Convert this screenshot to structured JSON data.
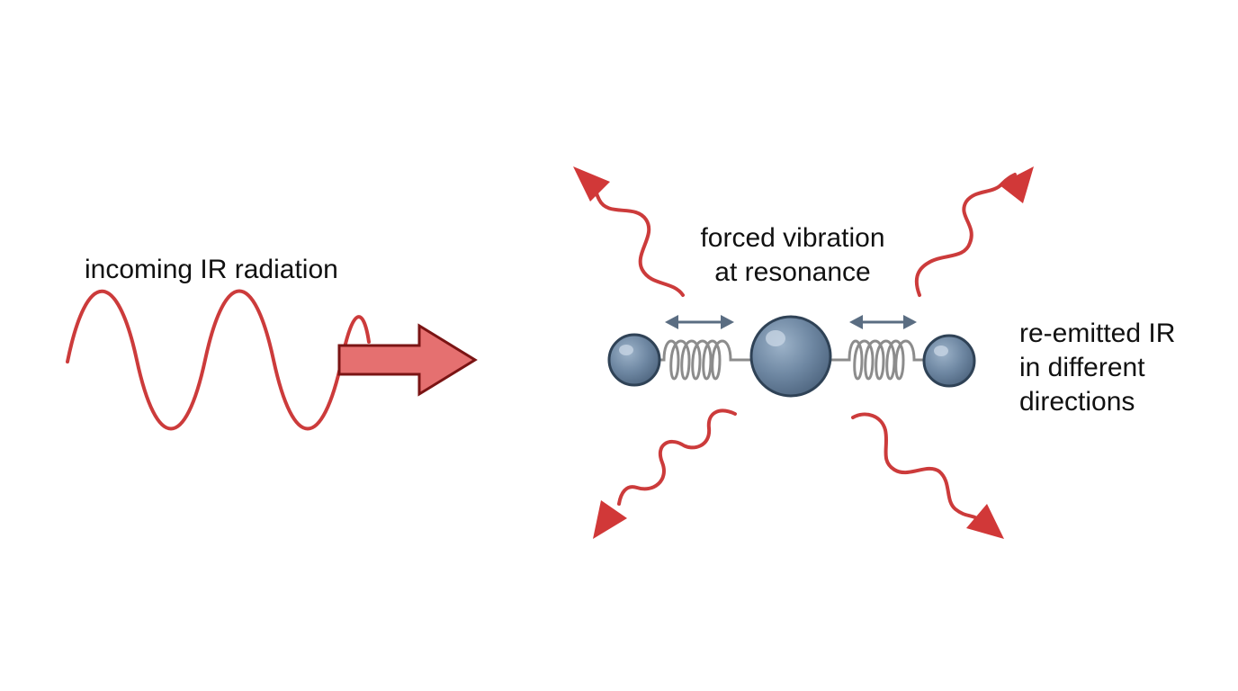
{
  "labels": {
    "incoming": "incoming IR radiation",
    "forced": [
      "forced vibration",
      "at resonance"
    ],
    "reemitted": [
      "re-emitted IR",
      "in different",
      "directions"
    ]
  },
  "colors": {
    "wave": "#cc3b3b",
    "big_arrow_fill": "#e57070",
    "big_arrow_stroke": "#7a1414",
    "atom": "#6f88a3",
    "atom_edge": "#2f4256",
    "spring": "#8c8c8c",
    "vibration_arrow": "#5a6d82"
  },
  "icons": {
    "incoming_wave": "sine-wave-icon",
    "direction_arrow": "right-arrow-icon",
    "vibration": "double-headed-arrow-icon",
    "molecule": "ball-and-spring-molecule-icon",
    "emission": "wavy-arrow-icon"
  }
}
